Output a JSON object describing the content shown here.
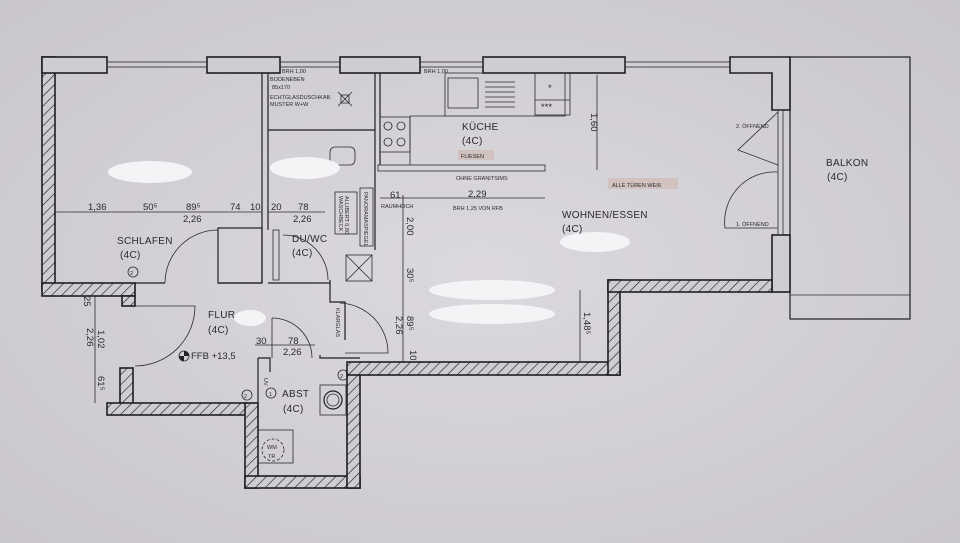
{
  "rooms": {
    "schlafen": {
      "name": "SCHLAFEN",
      "code": "(4C)"
    },
    "du_wc": {
      "name": "DU/WC",
      "code": "(4C)"
    },
    "kueche": {
      "name": "KÜCHE",
      "code": "(4C)",
      "note": "FLIESEN"
    },
    "wohnen": {
      "name": "WOHNEN/ESSEN",
      "code": "(4C)"
    },
    "flur": {
      "name": "FLUR",
      "code": "(4C)"
    },
    "abst": {
      "name": "ABST",
      "code": "(4C)"
    },
    "balkon": {
      "name": "BALKON",
      "code": "(4C)"
    }
  },
  "notes": {
    "brh_1": "BRH 1,00",
    "brh_2": "BRH 1,00",
    "shower_1": "BODENEBEN",
    "shower_2": "85x170",
    "shower_3": "ECHTGLASDUSCHKAB.",
    "shower_4": "MUSTER W+W",
    "granite": "OHNE GRANITSIMS",
    "doors_white": "ALLE TÜREN WEIß",
    "raumhoch": "RAUMHOCH",
    "brh_125": "BRH 1,25 VON RFB",
    "panorama": "PANORAMASPIEGEL",
    "basin_1": "WASCHBECK.",
    "basin_2": "ALLIBERT 0,80",
    "klarglas": "KLARGLAS",
    "ffb": "FFB +13,5",
    "open_2": "2. ÖFFNEND",
    "open_1": "1. ÖFFNEND",
    "wm": "WM",
    "tr": "TR",
    "uv": "UV",
    "star1": "*",
    "star3": "***"
  },
  "dimensions": {
    "d136": "1,36",
    "d505": "50⁵",
    "d895a": "89⁵",
    "d226a": "2,26",
    "d74": "74",
    "d10a": "10",
    "d20": "20",
    "d78a": "78",
    "d226b": "2,26",
    "d61": "61",
    "d229": "2,29",
    "d160": "1,60",
    "d200": "2,00",
    "d305": "30⁵",
    "d895b": "89⁵",
    "d226c": "2,26",
    "d10b": "10",
    "d25": "25",
    "d102": "1,02",
    "d226d": "2,26",
    "d615": "61⁵",
    "d30": "30",
    "d78b": "78",
    "d226e": "2,26",
    "d1485": "1,48⁵"
  },
  "markers": {
    "m2": "2",
    "m1": "1"
  }
}
